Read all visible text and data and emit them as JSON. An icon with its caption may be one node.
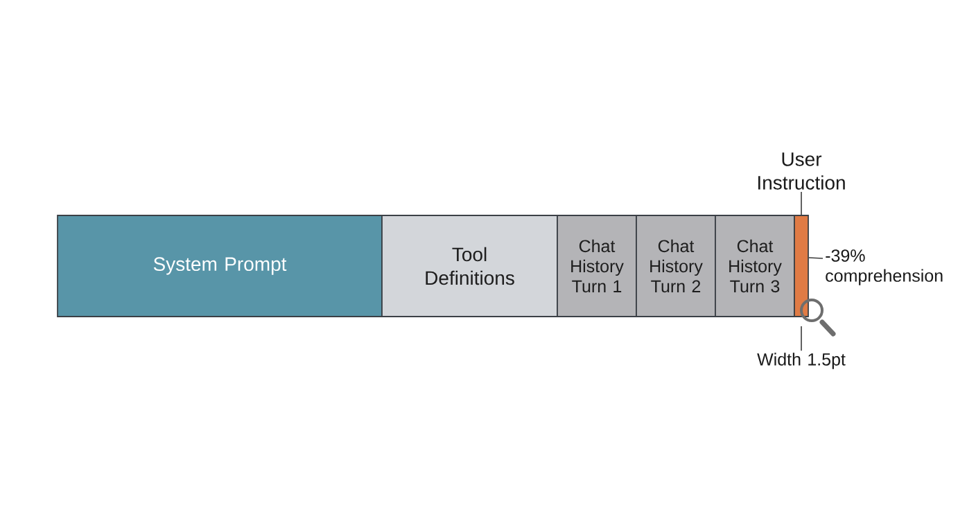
{
  "diagram": {
    "nodes": [
      {
        "text": [
          "System Prompt"
        ]
      },
      {
        "text": [
          "Tool Definitions"
        ]
      },
      {
        "text": [
          "Chat History Turn 1"
        ]
      },
      {
        "text": [
          "Chat History Turn 2"
        ]
      },
      {
        "text": [
          "Chat History Turn 3"
        ]
      },
      {
        "text": [
          "User Instruction"
        ]
      },
      {
        "text": [],
        "shape": "bar"
      },
      {
        "text": [
          "-39% comprehension"
        ]
      },
      {
        "text": [
          "Width 1.5pt"
        ]
      }
    ],
    "edges": [
      {
        "from": 5,
        "to": 6,
        "arrow": "none"
      },
      {
        "from": 7,
        "to": 6,
        "arrow": "none"
      },
      {
        "from": 8,
        "to": 6,
        "arrow": "none"
      }
    ]
  }
}
